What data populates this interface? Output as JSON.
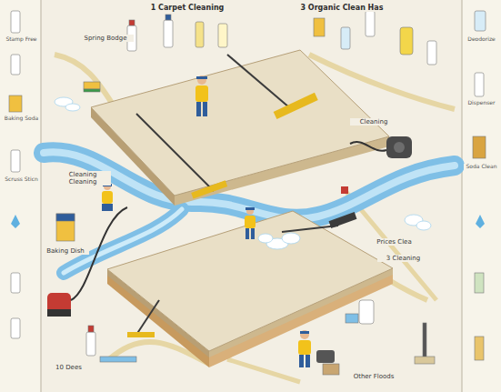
{
  "diagram": {
    "labels": [
      "1 Carpet Cleaning",
      "Spring Bodge",
      "3 Organic Clean Has",
      "Cleaning",
      "Cleaning Cleaning",
      "Baking Dish",
      "Prices Clea",
      "3 Cleaning",
      "10 Dees",
      "Other Floods",
      "Stamp Free",
      "Baking Soda",
      "Scruss Sticn",
      "Deodorize",
      "Dispenser",
      "Soda Clean"
    ]
  }
}
